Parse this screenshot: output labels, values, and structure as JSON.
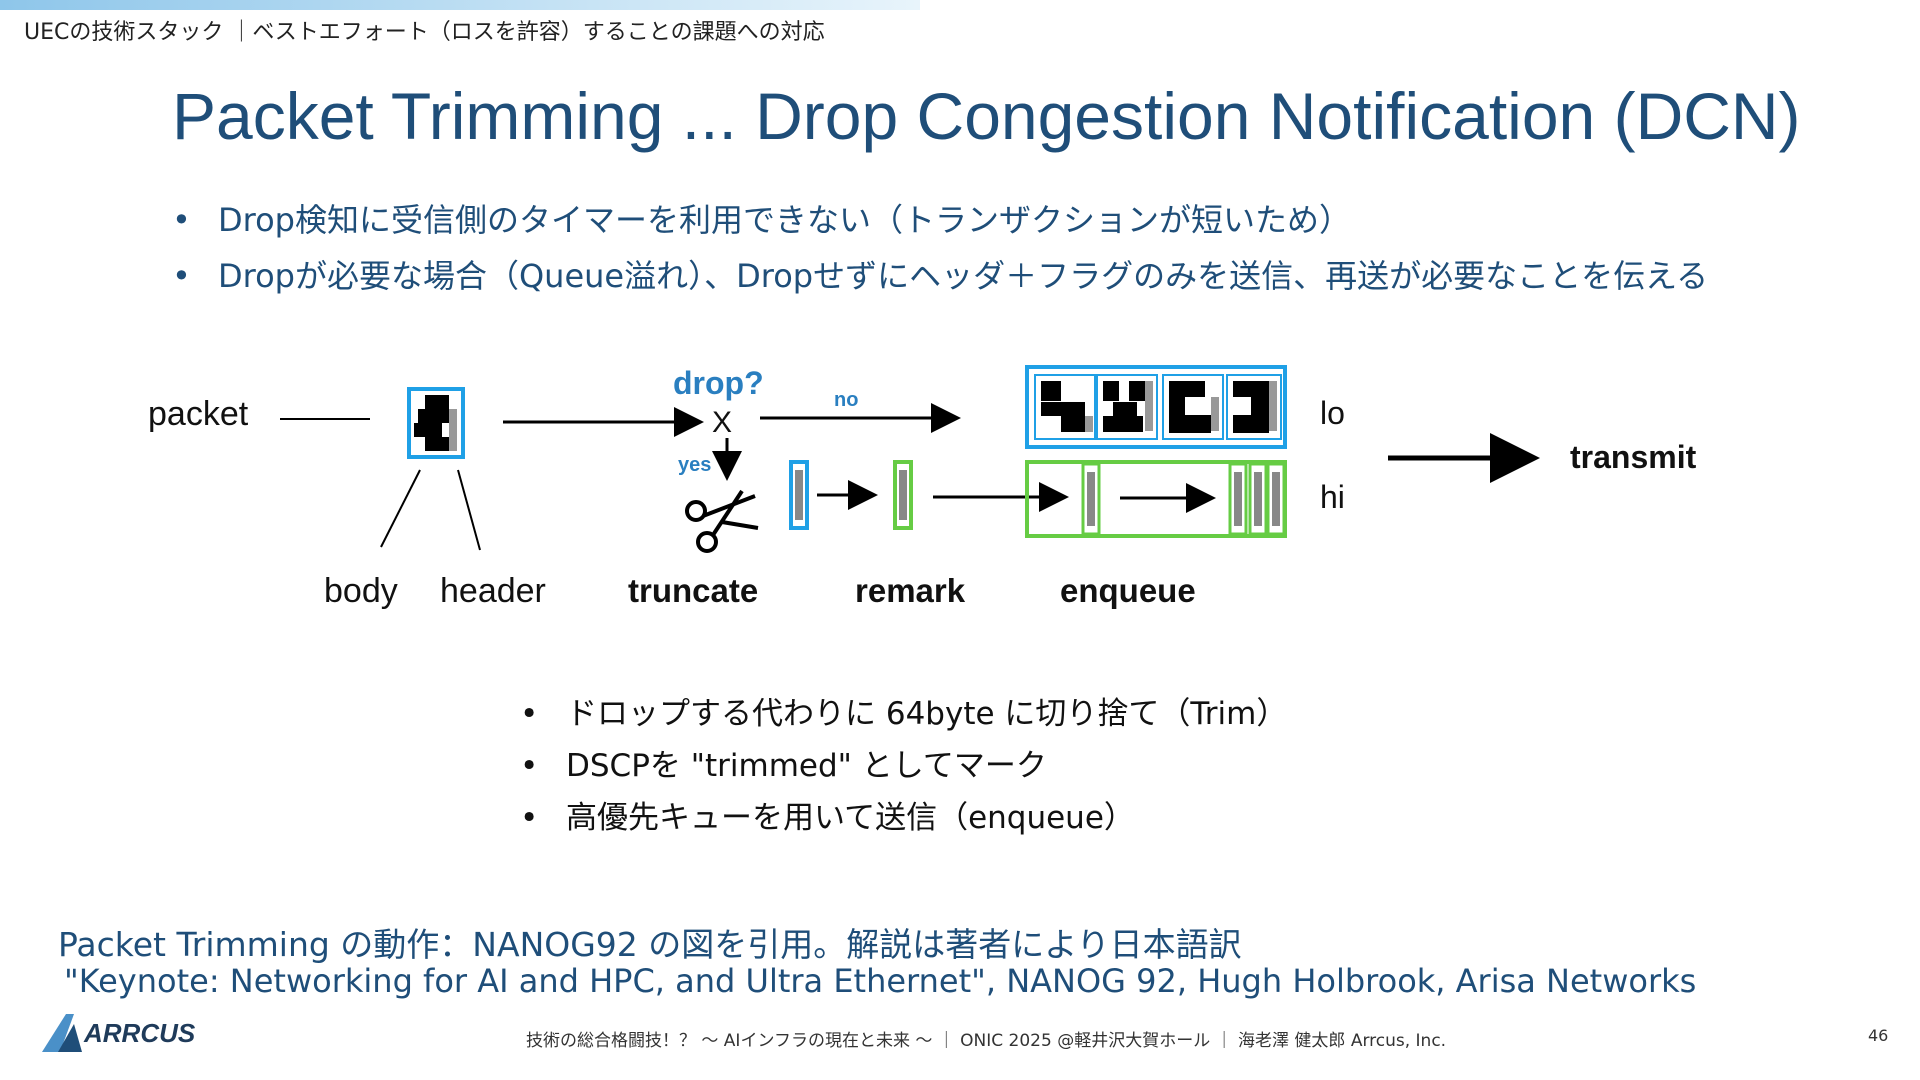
{
  "header": {
    "breadcrumb": "UECの技術スタック ｜ベストエフォート（ロスを許容）することの課題への対応"
  },
  "slide": {
    "title": "Packet Trimming ... Drop Congestion Notification (DCN)",
    "top_bullets": [
      "Drop検知に受信側のタイマーを利用できない（トランザクションが短いため）",
      "Dropが必要な場合（Queue溢れ）、Dropせずにヘッダ＋フラグのみを送信、再送が必要なことを伝える"
    ],
    "diagram": {
      "packet": "packet",
      "body": "body",
      "header": "header",
      "drop_question": "drop?",
      "no": "no",
      "yes": "yes",
      "x_mark": "X",
      "truncate": "truncate",
      "remark": "remark",
      "enqueue": "enqueue",
      "lo": "lo",
      "hi": "hi",
      "transmit": "transmit",
      "colors": {
        "blue": "#1fa0e6",
        "green": "#66cc44",
        "title": "#1f4e79",
        "dropq": "#2a7fc0"
      }
    },
    "mid_bullets": [
      "ドロップする代わりに 64byte に切り捨て（Trim）",
      "DSCPを \"trimmed\" としてマーク",
      "高優先キューを用いて送信（enqueue）"
    ],
    "caption": "Packet Trimming の動作：NANOG92 の図を引用。解説は著者により日本語訳",
    "citation": "\"Keynote: Networking for AI and HPC, and Ultra Ethernet\", NANOG 92, Hugh Holbrook, Arisa Networks"
  },
  "footer": {
    "logo_text": "ARRCUS",
    "text": "技術の総合格闘技！？ 〜 AIインフラの現在と未来 〜 ｜ ONIC 2025 @軽井沢大賀ホール ｜ 海老澤 健太郎 Arrcus, Inc.",
    "page": "46"
  }
}
